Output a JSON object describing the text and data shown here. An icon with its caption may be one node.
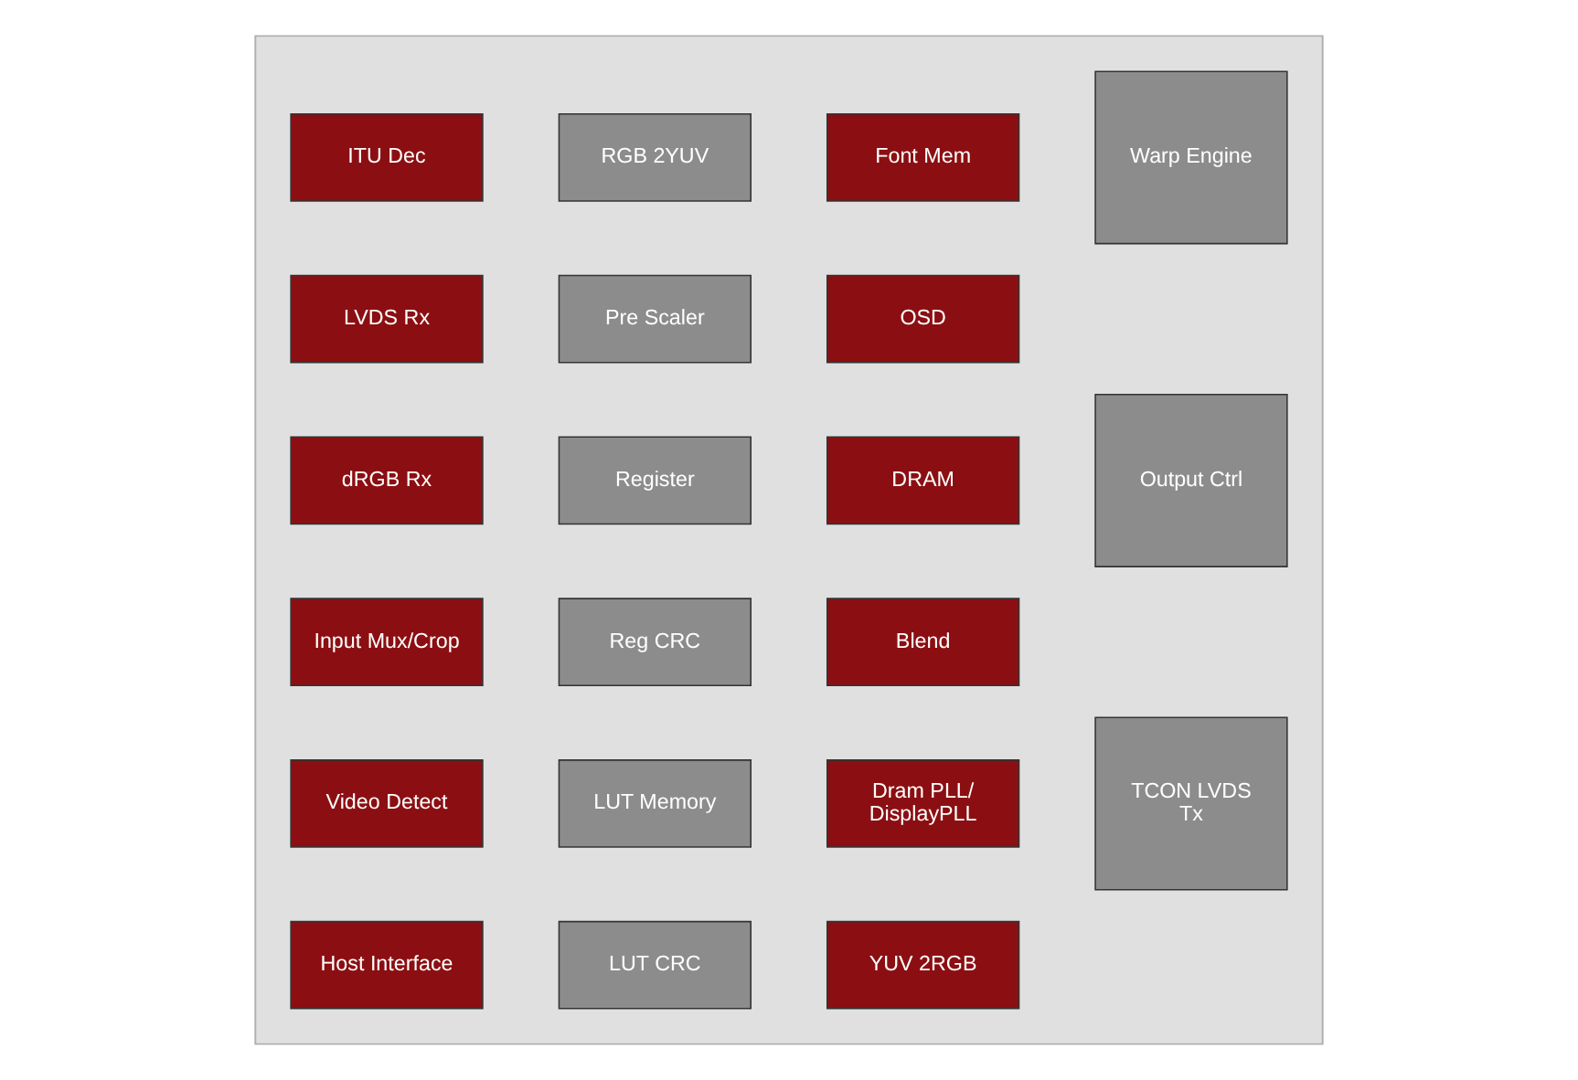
{
  "diagram": {
    "nodes": [
      {
        "text": [],
        "shape": "box"
      },
      {
        "text": [
          "ITU Dec"
        ],
        "in": 0
      },
      {
        "text": [
          "LVDS Rx"
        ],
        "in": 0
      },
      {
        "text": [
          "dRGB Rx"
        ],
        "in": 0
      },
      {
        "text": [
          "Input Mux/Crop"
        ],
        "in": 0
      },
      {
        "text": [
          "Video Detect"
        ],
        "in": 0
      },
      {
        "text": [
          "Host Interface"
        ],
        "in": 0
      },
      {
        "text": [
          "RGB 2YUV"
        ],
        "in": 0
      },
      {
        "text": [
          "Pre Scaler"
        ],
        "in": 0
      },
      {
        "text": [
          "Register"
        ],
        "in": 0
      },
      {
        "text": [
          "Reg CRC"
        ],
        "in": 0
      },
      {
        "text": [
          "LUT Memory"
        ],
        "in": 0
      },
      {
        "text": [
          "LUT CRC"
        ],
        "in": 0
      },
      {
        "text": [
          "Font Mem"
        ],
        "in": 0
      },
      {
        "text": [
          "OSD"
        ],
        "in": 0
      },
      {
        "text": [
          "DRAM"
        ],
        "in": 0
      },
      {
        "text": [
          "Blend"
        ],
        "in": 0
      },
      {
        "text": [
          "Dram PLL/ DisplayPLL"
        ],
        "in": 0
      },
      {
        "text": [
          "YUV 2RGB"
        ],
        "in": 0
      },
      {
        "text": [
          "Warp Engine"
        ],
        "in": 0
      },
      {
        "text": [
          "Output Ctrl"
        ],
        "in": 0
      },
      {
        "text": [
          "TCON LVDS Tx"
        ],
        "in": 0
      }
    ]
  }
}
